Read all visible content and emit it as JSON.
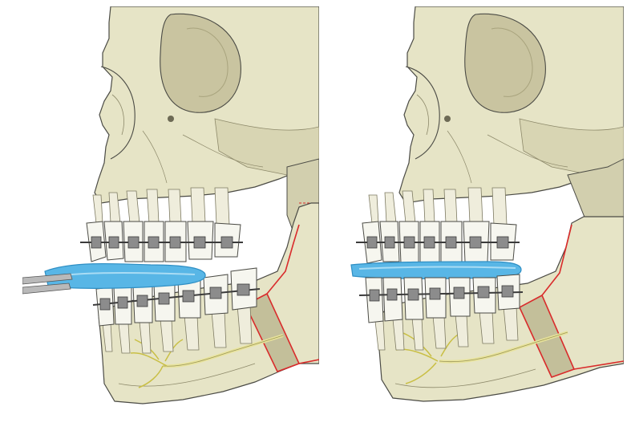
{
  "colors": {
    "background": "#ffffff",
    "bone": "#e6e4c6",
    "bone_shadow": "#d2cfae",
    "bone_dark": "#c3bf9a",
    "outline": "#4b4b45",
    "tooth": "#f6f6ef",
    "bracket": "#8c8c8c",
    "wire": "#3b3b3b",
    "splint_blue": "#58b6e6",
    "splint_blue_dark": "#2f8fc4",
    "osteotomy_red": "#d92b2b",
    "nerve_yellow": "#e8e39b",
    "forceps_gray": "#b9b9b9"
  },
  "panels": [
    {
      "name": "before-splint-seating",
      "icon": "skull-lateral-view-icon",
      "jaw_state": "open",
      "instrument": "forceps-icon",
      "splint": "intermediate-occlusal-splint"
    },
    {
      "name": "after-splint-seating",
      "icon": "skull-lateral-view-icon",
      "jaw_state": "closed",
      "instrument": "",
      "splint": "intermediate-occlusal-splint"
    }
  ]
}
